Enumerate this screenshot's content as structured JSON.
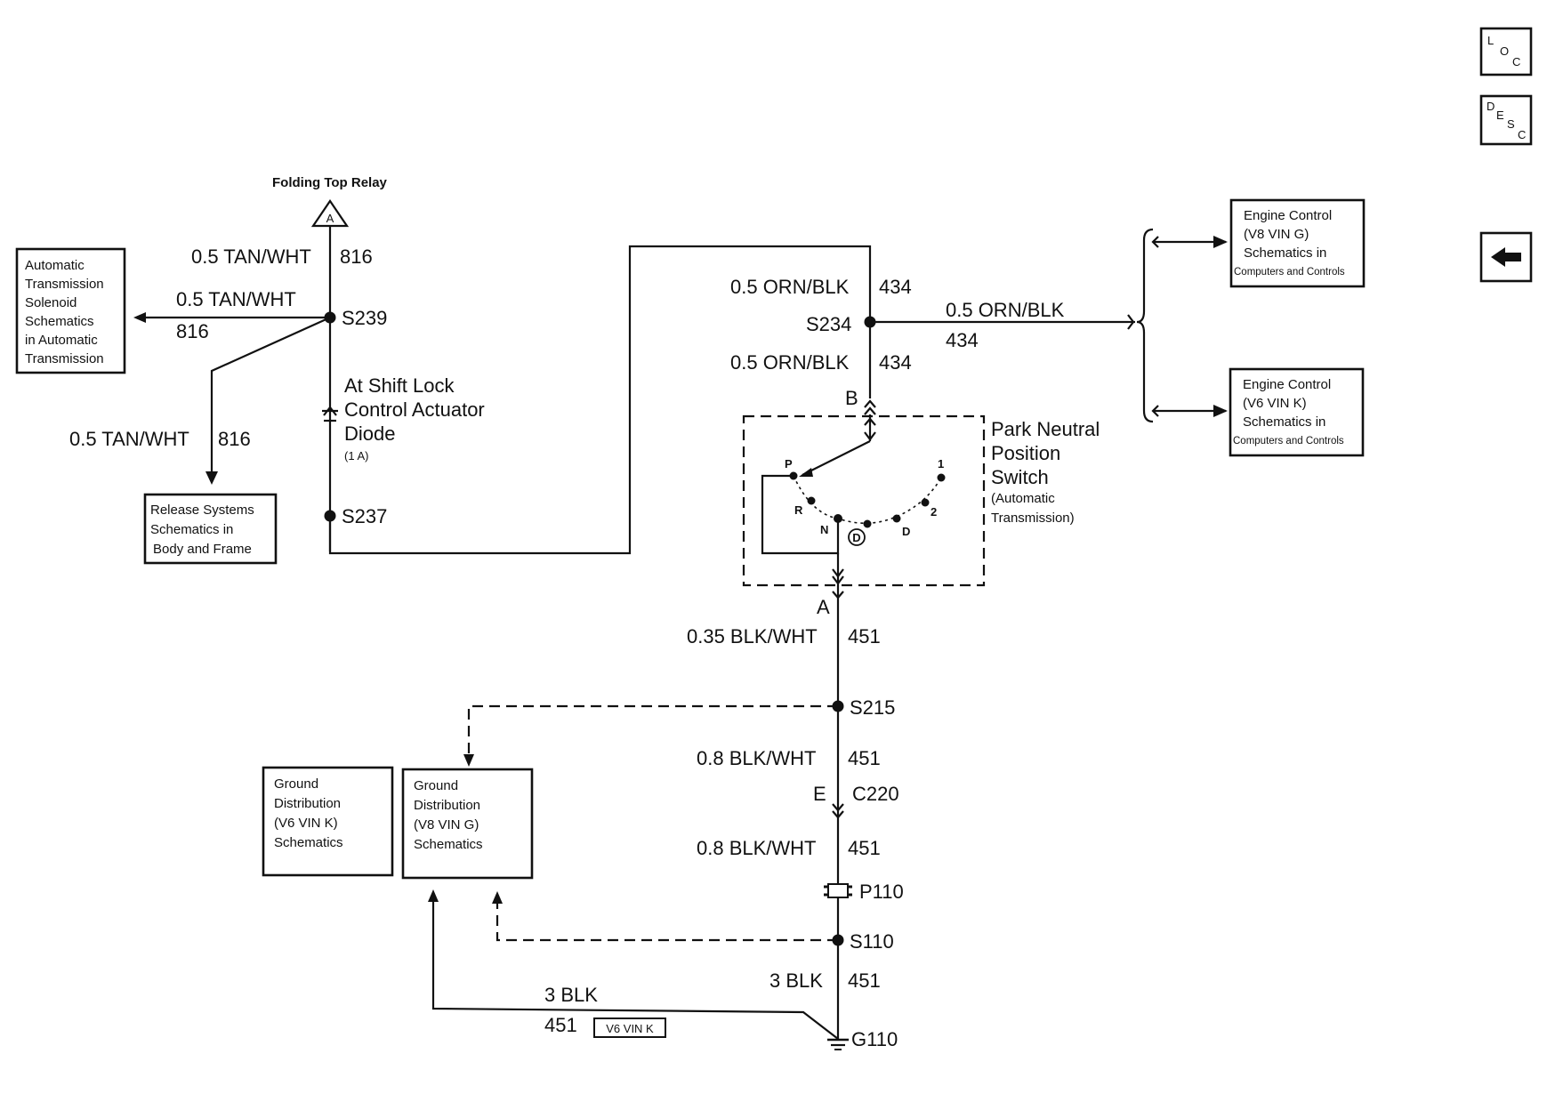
{
  "nav": {
    "loc": [
      "L",
      "O",
      "C"
    ],
    "desc": [
      "D",
      "E",
      "S",
      "C"
    ],
    "back_icon": "back-arrow-icon"
  },
  "relay": {
    "title": "Folding Top Relay",
    "letter": "A"
  },
  "wires": {
    "tan_top": {
      "gauge": "0.5 TAN/WHT",
      "circuit": "816"
    },
    "tan_left": {
      "gauge": "0.5 TAN/WHT",
      "circuit": "816"
    },
    "tan_down": {
      "gauge": "0.5 TAN/WHT",
      "circuit": "816"
    },
    "orn_top": {
      "gauge": "0.5 ORN/BLK",
      "circuit": "434"
    },
    "orn_right": {
      "gauge": "0.5 ORN/BLK",
      "circuit": "434"
    },
    "orn_mid": {
      "gauge": "0.5 ORN/BLK",
      "circuit": "434"
    },
    "blk_a": {
      "gauge": "0.35 BLK/WHT",
      "circuit": "451"
    },
    "blk_b": {
      "gauge": "0.8 BLK/WHT",
      "circuit": "451"
    },
    "blk_c": {
      "gauge": "0.8 BLK/WHT",
      "circuit": "451"
    },
    "blk_d": {
      "gauge": "3 BLK",
      "circuit": "451"
    },
    "blk_e": {
      "gauge": "3 BLK",
      "circuit": "451",
      "tag": "V6 VIN K"
    }
  },
  "splices": {
    "s239": "S239",
    "s237": "S237",
    "s234": "S234",
    "s215": "S215",
    "s110": "S110"
  },
  "connectors": {
    "b": "B",
    "a": "A",
    "e": "E",
    "c220": "C220",
    "p110": "P110",
    "g110": "G110"
  },
  "diode": {
    "lines": [
      "At Shift Lock",
      "Control Actuator",
      "Diode"
    ],
    "note": "(1 A)"
  },
  "switch": {
    "title": [
      "Park Neutral",
      "Position",
      "Switch"
    ],
    "subtitle": [
      "(Automatic",
      "Transmission)"
    ],
    "positions": [
      "P",
      "R",
      "N",
      "D",
      "2",
      "1"
    ],
    "overdrive": "D"
  },
  "boxes": {
    "auto_trans": [
      "Automatic",
      "Transmission",
      "Solenoid",
      "Schematics",
      "in Automatic",
      "Transmission"
    ],
    "release": [
      "Release Systems",
      "Schematics in",
      "Body and Frame"
    ],
    "engine_v8": [
      "Engine Control",
      "(V8 VIN G)",
      "Schematics in",
      "Computers and Controls"
    ],
    "engine_v6": [
      "Engine Control",
      "(V6 VIN K)",
      "Schematics in",
      "Computers and Controls"
    ],
    "ground_v6": [
      "Ground",
      "Distribution",
      "(V6 VIN K)",
      "Schematics"
    ],
    "ground_v8": [
      "Ground",
      "Distribution",
      "(V8 VIN G)",
      "Schematics"
    ]
  }
}
